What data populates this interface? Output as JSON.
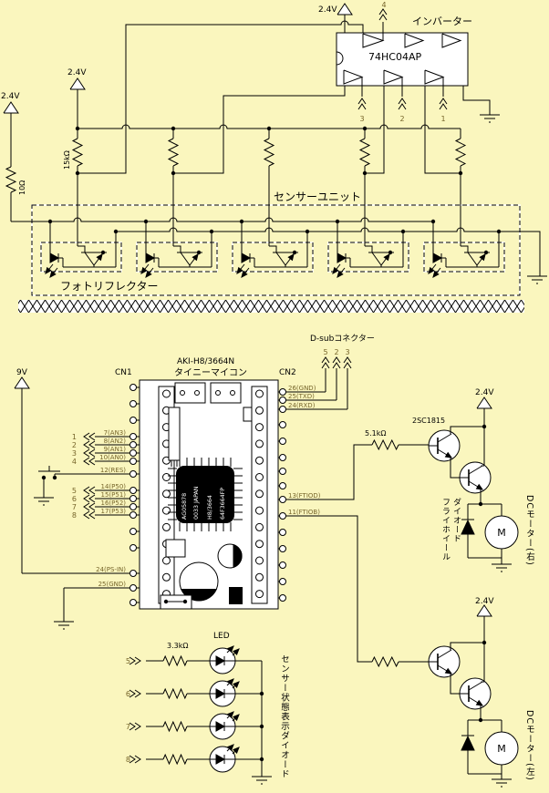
{
  "colors": {
    "background": "#FAF6BE",
    "line": "#000000",
    "net_label": "#76652A",
    "white": "#FFFFFF"
  },
  "schematic": {
    "power": {
      "v24": "2.4V",
      "v9": "9V"
    },
    "inverter": {
      "name": "インバーター",
      "part": "74HC04AP",
      "top_net": "4",
      "bottom_nets": [
        "3",
        "2",
        "1"
      ]
    },
    "resistors": {
      "led_feed": "10Ω",
      "pullup": "15kΩ",
      "base": "5.1kΩ",
      "led_series": "3.3kΩ"
    },
    "sensor_unit": {
      "label": "センサーユニット",
      "reflector": "フォトリフレクター"
    },
    "mcu": {
      "title": "AKI-H8/3664N",
      "subtitle": "タイニーマイコン",
      "cn1": "CN1",
      "cn2": "CN2",
      "chip_marking": [
        "AG05878",
        "0033 JAPAN",
        "H8/3664",
        "64F3664FP"
      ],
      "an_pins": [
        {
          "net": "1",
          "label": "7(AN3)"
        },
        {
          "net": "2",
          "label": "8(AN2)"
        },
        {
          "net": "3",
          "label": "9(AN1)"
        },
        {
          "net": "4",
          "label": "10(AN0)"
        }
      ],
      "res_pin": "12(RES)",
      "p5_pins": [
        {
          "net": "5",
          "label": "14(P50)"
        },
        {
          "net": "6",
          "label": "15(P51)"
        },
        {
          "net": "7",
          "label": "16(P52)"
        },
        {
          "net": "8",
          "label": "17(P53)"
        }
      ],
      "ps_in_pin": "24(PS-IN)",
      "gnd_pin": "25(GND)",
      "serial_pins": [
        {
          "dsub": "5",
          "label": "26(GND)"
        },
        {
          "dsub": "2",
          "label": "25(TXD)"
        },
        {
          "dsub": "3",
          "label": "24(RXD)"
        }
      ],
      "ftiod_pin": "13(FTIOD)",
      "ftiob_pin": "11(FTIOB)"
    },
    "dsub": {
      "title": "D-subコネクター"
    },
    "motor_driver": {
      "transistor": "2SC1815",
      "flywheel_diode": "フライホイール\nダイオード",
      "motor_right": "DCモーター(右)",
      "motor_left": "DCモーター(左)",
      "motor_symbol": "M"
    },
    "led_block": {
      "title": "LED",
      "nets": [
        "5",
        "6",
        "7",
        "8"
      ],
      "caption": "センサー状態表示ダイオード"
    }
  }
}
